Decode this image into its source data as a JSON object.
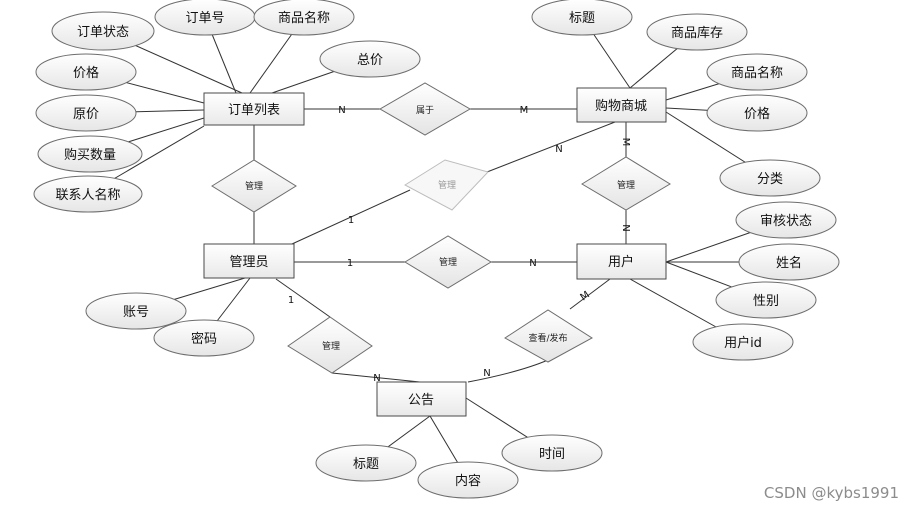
{
  "entities": {
    "order_list": "订单列表",
    "shop": "购物商城",
    "admin": "管理员",
    "user": "用户",
    "notice": "公告"
  },
  "order_attrs": [
    "订单状态",
    "订单号",
    "商品名称",
    "总价",
    "价格",
    "原价",
    "购买数量",
    "联系人名称"
  ],
  "shop_attrs": [
    "标题",
    "商品库存",
    "商品名称",
    "价格",
    "分类"
  ],
  "admin_attrs": [
    "账号",
    "密码"
  ],
  "user_attrs": [
    "审核状态",
    "姓名",
    "性别",
    "用户id"
  ],
  "notice_attrs": [
    "标题",
    "内容",
    "时间"
  ],
  "relationships": {
    "belongs_to": "属于",
    "manage_order": "管理",
    "manage_shop": "管理",
    "manage_user_shop": "管理",
    "manage_user": "管理",
    "manage_notice": "管理",
    "view_publish": "查看/发布"
  },
  "cardinality": {
    "order_belongs": "N",
    "shop_belongs": "M",
    "admin_shop_1": "1",
    "admin_shop_n": "N",
    "shop_user_m": "M",
    "shop_user_n": "N",
    "admin_user_1": "1",
    "admin_user_n": "N",
    "admin_notice_1": "1",
    "admin_notice_n": "N",
    "user_notice_m": "M",
    "user_notice_n": "N"
  },
  "watermark": "CSDN @kybs1991"
}
